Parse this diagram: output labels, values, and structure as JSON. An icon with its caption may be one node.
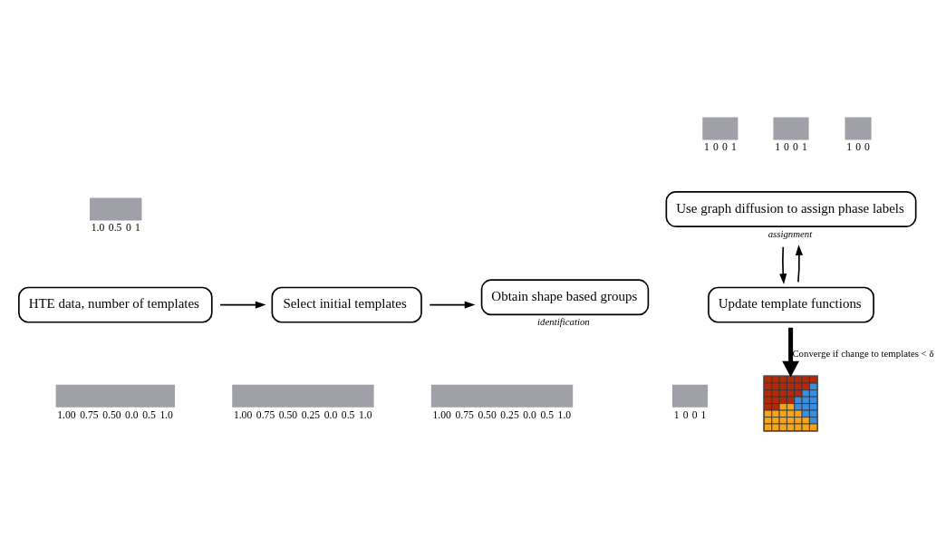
{
  "diagram": {
    "nodes": [
      {
        "text": [
          "HTE data, number of templates"
        ]
      },
      {
        "text": [
          "Select initial templates"
        ]
      },
      {
        "text": [
          "Obtain shape based groups"
        ],
        "beside": [
          "identification"
        ]
      },
      {
        "text": [
          "Use graph diffusion to assign phase labels"
        ],
        "beside": [
          "assignment"
        ]
      },
      {
        "text": [
          "Update template functions"
        ]
      },
      {
        "text": [],
        "shape": "picture"
      }
    ],
    "edges": [
      {
        "from": 0,
        "to": 1,
        "arrow": "to"
      },
      {
        "from": 1,
        "to": 2,
        "arrow": "to"
      },
      {
        "from": 3,
        "to": 4,
        "arrow": "to"
      },
      {
        "from": 4,
        "to": 3,
        "arrow": "to"
      },
      {
        "from": 4,
        "to": 5,
        "arrow": "to",
        "style": "thick",
        "label": "Converge if change to templates < δ"
      }
    ],
    "labels": [
      "1",
      "0",
      "0",
      "1",
      "1",
      "0",
      "0",
      "1",
      "1",
      "0",
      "0",
      "1.0",
      "0.5",
      "0",
      "1",
      "1.00",
      "0.75",
      "0.50",
      "0.0",
      "0.5",
      "1.0",
      "1.00",
      "0.75",
      "0.50",
      "0.25",
      "0.0",
      "0.5",
      "1.0",
      "1.00",
      "0.75",
      "0.50",
      "0.25",
      "0.0",
      "0.5",
      "1.0",
      "1",
      "0",
      "0",
      "1"
    ]
  }
}
